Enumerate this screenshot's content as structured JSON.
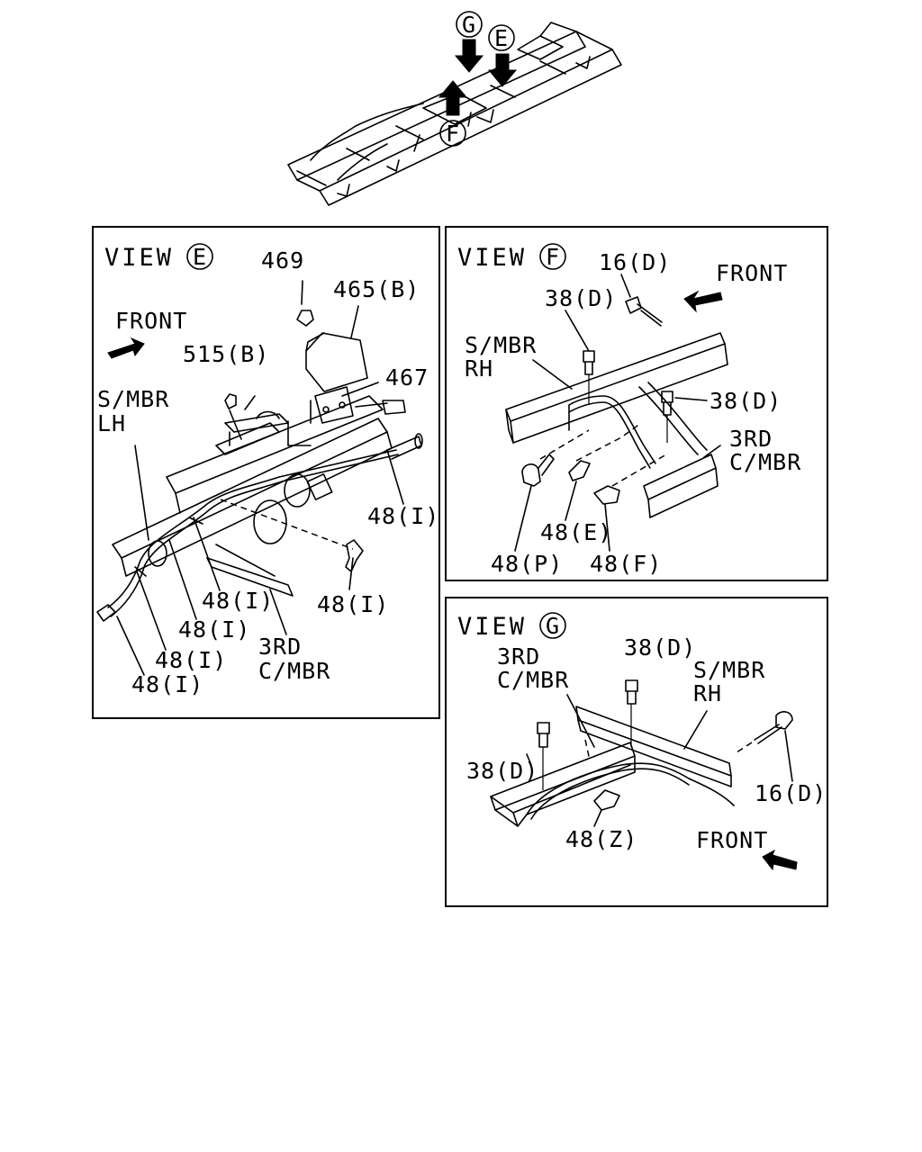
{
  "overview": {
    "markers": [
      "G",
      "E",
      "F"
    ]
  },
  "view_e": {
    "view_word": "VIEW",
    "view_letter": "E",
    "front": "FRONT",
    "side_member": [
      "S/MBR",
      "LH"
    ],
    "third_member": [
      "3RD",
      "C/MBR"
    ],
    "parts": {
      "p469": "469",
      "p465b": "465(B)",
      "p515b": "515(B)",
      "p467": "467",
      "p48i_a": "48(I)",
      "p48i_b": "48(I)",
      "p48i_c": "48(I)",
      "p48i_d": "48(I)",
      "p48i_e": "48(I)",
      "p48i_f": "48(I)"
    }
  },
  "view_f": {
    "view_word": "VIEW",
    "view_letter": "F",
    "front": "FRONT",
    "side_member": [
      "S/MBR",
      "RH"
    ],
    "third_member": [
      "3RD",
      "C/MBR"
    ],
    "parts": {
      "p16d": "16(D)",
      "p38d_a": "38(D)",
      "p38d_b": "38(D)",
      "p48e": "48(E)",
      "p48p": "48(P)",
      "p48f": "48(F)"
    }
  },
  "view_g": {
    "view_word": "VIEW",
    "view_letter": "G",
    "front": "FRONT",
    "side_member": [
      "S/MBR",
      "RH"
    ],
    "third_member": [
      "3RD",
      "C/MBR"
    ],
    "parts": {
      "p38d_a": "38(D)",
      "p38d_b": "38(D)",
      "p16d": "16(D)",
      "p48z": "48(Z)"
    }
  }
}
